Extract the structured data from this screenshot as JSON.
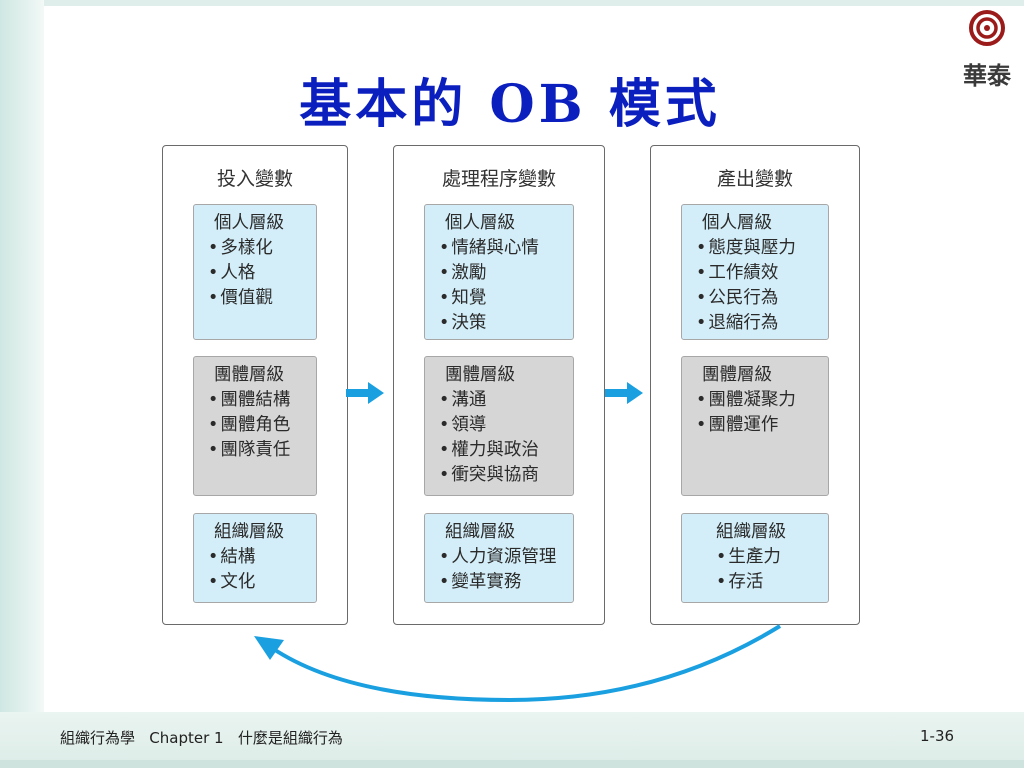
{
  "title": "基本的 OB 模式",
  "logo": {
    "text": "華泰",
    "mark": "ring-logo-icon"
  },
  "columns": [
    {
      "title": "投入變數",
      "cards": [
        {
          "head": "個人層級",
          "items": [
            "多樣化",
            "人格",
            "價值觀"
          ],
          "tone": "blue"
        },
        {
          "head": "團體層級",
          "items": [
            "團體結構",
            "團體角色",
            "團隊責任"
          ],
          "tone": "gray"
        },
        {
          "head": "組織層級",
          "items": [
            "結構",
            "文化"
          ],
          "tone": "blue"
        }
      ]
    },
    {
      "title": "處理程序變數",
      "cards": [
        {
          "head": "個人層級",
          "items": [
            "情緒與心情",
            "激勵",
            "知覺",
            "決策"
          ],
          "tone": "blue"
        },
        {
          "head": "團體層級",
          "items": [
            "溝通",
            "領導",
            "權力與政治",
            "衝突與協商"
          ],
          "tone": "gray"
        },
        {
          "head": "組織層級",
          "items": [
            "人力資源管理",
            "變革實務"
          ],
          "tone": "blue"
        }
      ]
    },
    {
      "title": "產出變數",
      "cards": [
        {
          "head": "個人層級",
          "items": [
            "態度與壓力",
            "工作績效",
            "公民行為",
            "退縮行為"
          ],
          "tone": "blue"
        },
        {
          "head": "團體層級",
          "items": [
            "團體凝聚力",
            "團體運作"
          ],
          "tone": "gray"
        },
        {
          "head": "組織層級",
          "items": [
            "生產力",
            "存活"
          ],
          "tone": "blue"
        }
      ]
    }
  ],
  "colors": {
    "title": "#0b1fbf",
    "arrow": "#1aa0e0",
    "card_blue": "#d3eef8",
    "card_gray": "#d6d6d6"
  },
  "footer": {
    "left": "組織行為學   Chapter 1   什麼是組織行為",
    "page": "1-36"
  }
}
